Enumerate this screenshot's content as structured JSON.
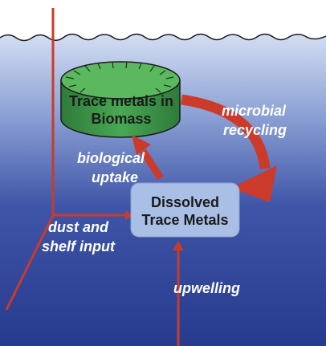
{
  "biomass": {
    "line1": "Trace metals in",
    "line2": "Biomass"
  },
  "dissolved": {
    "line1": "Dissolved",
    "line2": "Trace Metals"
  },
  "labels": {
    "microbial_line1": "microbial",
    "microbial_line2": "recycling",
    "uptake_line1": "biological",
    "uptake_line2": "uptake",
    "dust_line1": "dust and",
    "dust_line2": "shelf input",
    "upwelling": "upwelling"
  },
  "colors": {
    "ocean_top": "#c9d6f0",
    "ocean_bottom": "#2c3f94",
    "arrow": "#cc3a2a",
    "biomass_fill": "#3e9a4a",
    "biomass_top": "#5cb85f",
    "box_fill": "#a9bfe6"
  }
}
